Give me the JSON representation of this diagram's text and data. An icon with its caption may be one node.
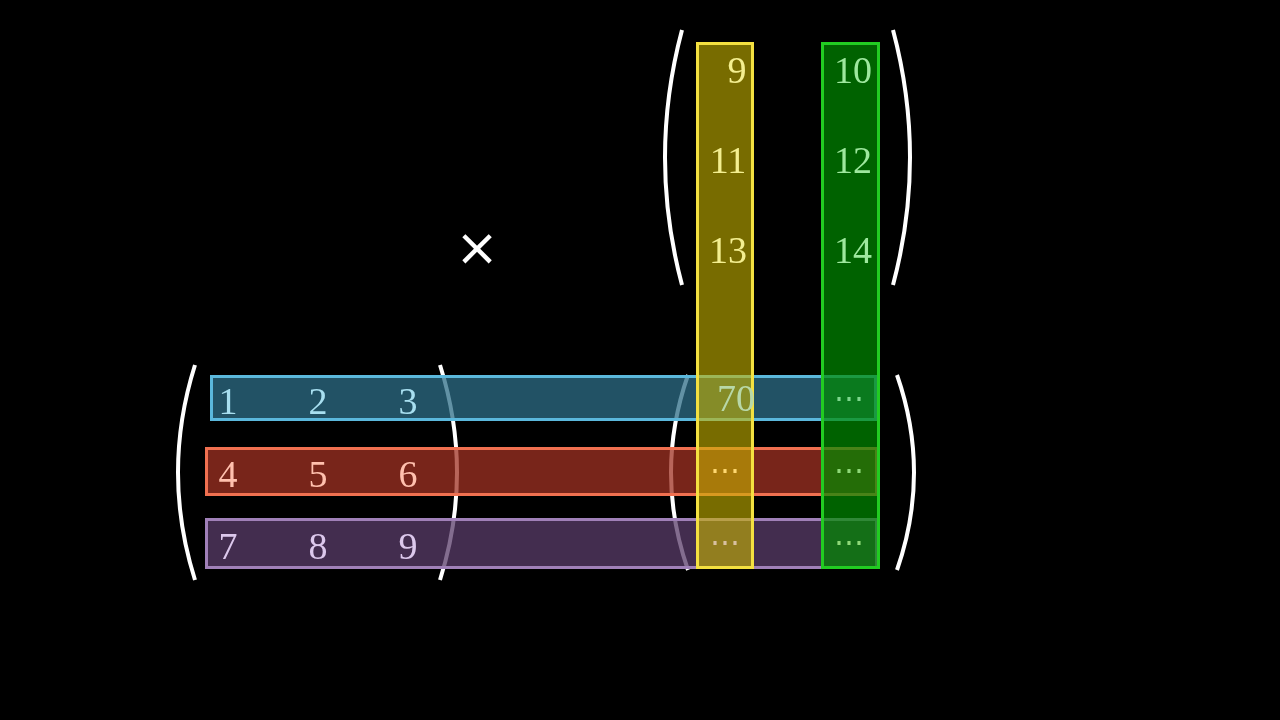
{
  "diagram": {
    "nodes": [
      {
        "text": [
          "9",
          "11",
          "13"
        ]
      },
      {
        "text": [
          "10",
          "12",
          "14"
        ]
      },
      {
        "text": [
          "1",
          "2",
          "3"
        ]
      },
      {
        "text": [
          "4",
          "5",
          "6"
        ]
      },
      {
        "text": [
          "7",
          "8",
          "9"
        ]
      }
    ],
    "labels": [
      "×",
      "70",
      "⋯",
      "⋯",
      "⋯",
      "⋯",
      "⋯"
    ]
  }
}
